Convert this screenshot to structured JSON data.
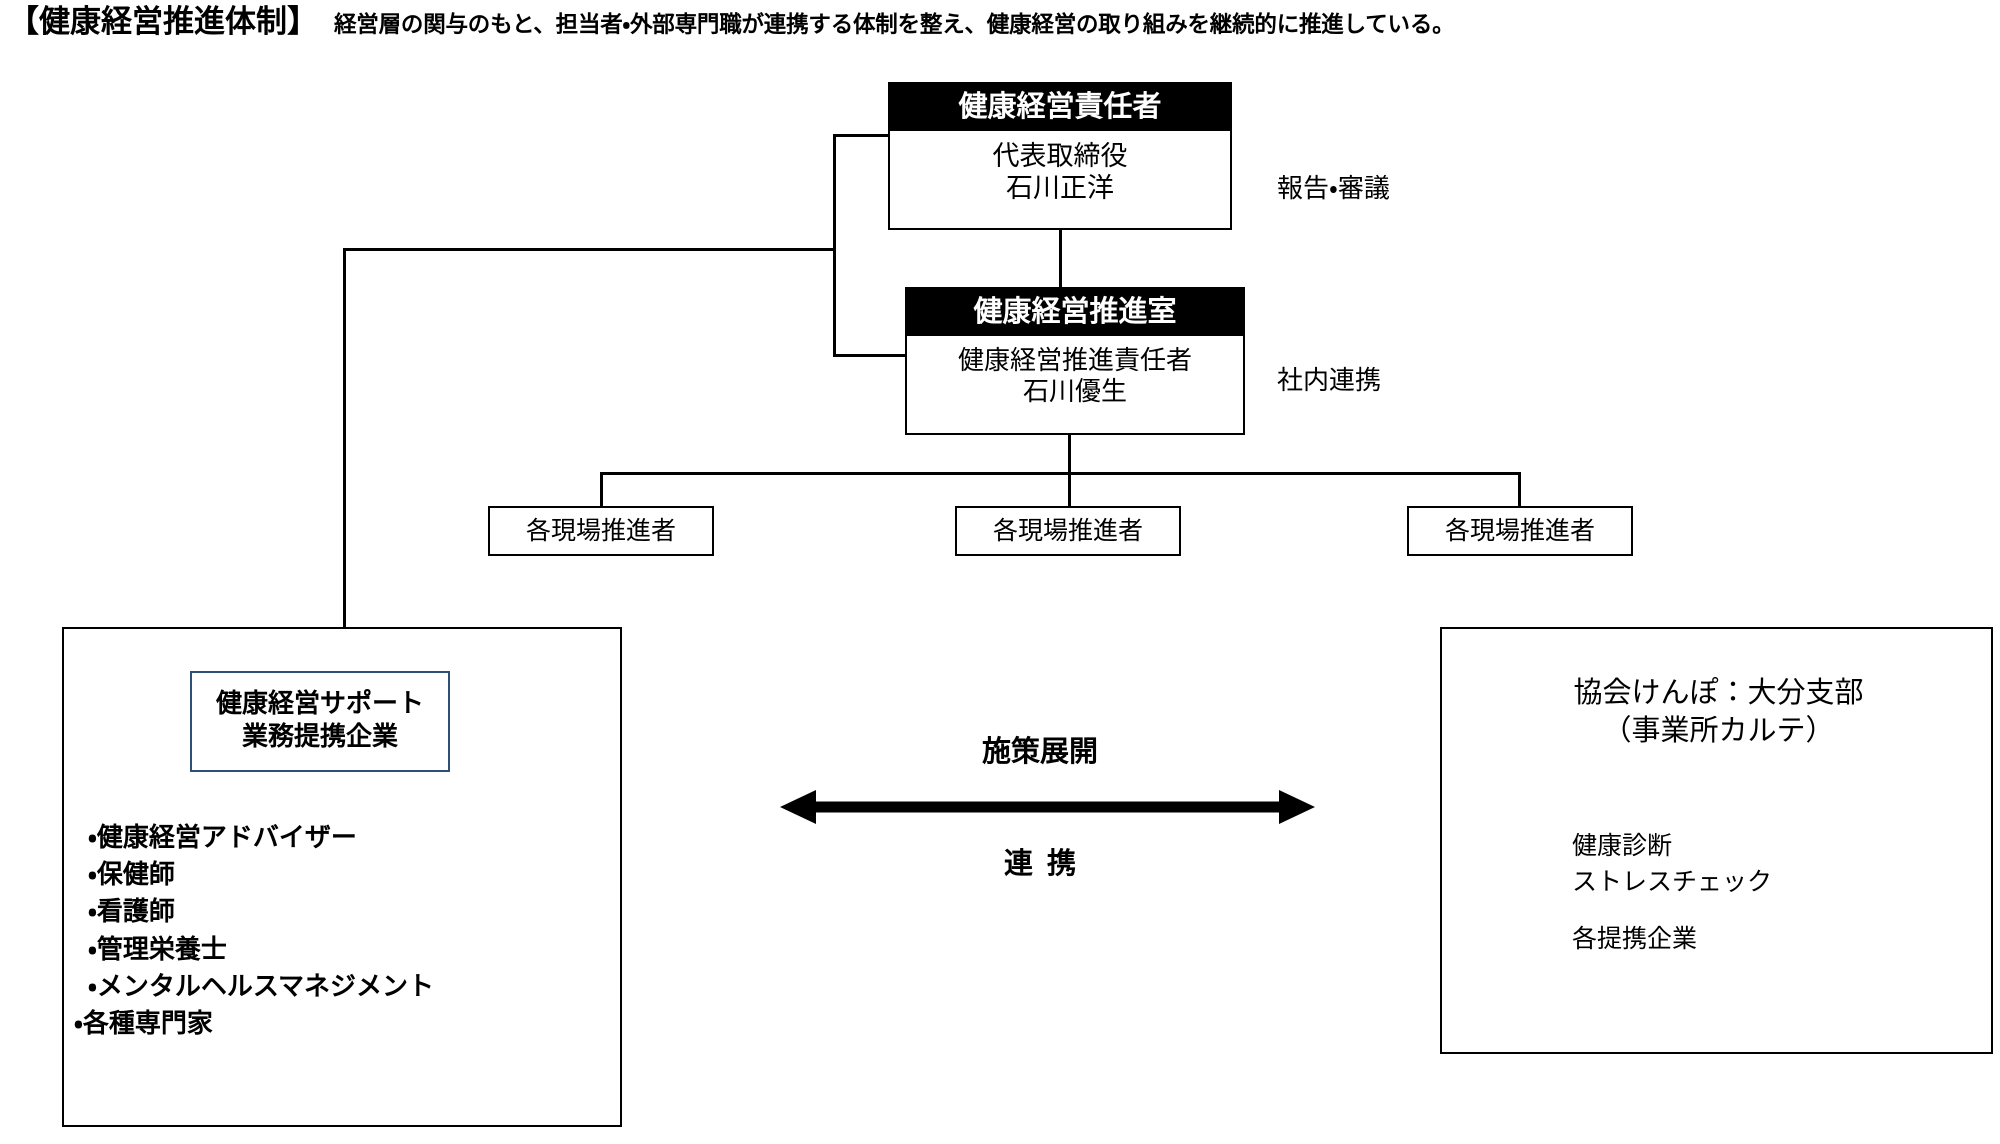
{
  "title": {
    "bracketed": "【健康経営推進体制】",
    "description": "経営層の関与のもと、担当者・外部専門職が連携する体制を整え、健康経営の取り組みを継続的に推進している。"
  },
  "org_chart": {
    "executive_box": {
      "header": "健康経営責任者",
      "role": "代表取締役",
      "name": "石川正洋"
    },
    "office_box": {
      "header": "健康経営推進室",
      "role": "健康経営推進責任者",
      "name": "石川優生"
    },
    "side_labels": {
      "report": "報告・審議",
      "internal": "社内連携"
    },
    "site_promoters": [
      "各現場推進者",
      "各現場推進者",
      "各現場推進者"
    ]
  },
  "partner_panel": {
    "title_line1": "健康経営サポート",
    "title_line2": "業務提携企業",
    "title_border_color": "#2e4f76",
    "items": [
      "・健康経営アドバイザー",
      "・保健師",
      "・看護師",
      "・管理栄養士",
      "・メンタルヘルスマネジメント",
      "・各種専門家"
    ]
  },
  "kenpo_panel": {
    "title_line1": "協会けんぽ：大分支部",
    "title_line2": "（事業所カルテ）",
    "items": [
      "健康診断",
      "ストレスチェック",
      "各提携企業"
    ]
  },
  "center_link": {
    "top_label": "施策展開",
    "bottom_label": "連携",
    "arrow_icon": "double-headed-horizontal-arrow"
  },
  "colors": {
    "line": "#000000",
    "header_bg": "#000000",
    "header_text": "#ffffff",
    "background": "#ffffff"
  }
}
